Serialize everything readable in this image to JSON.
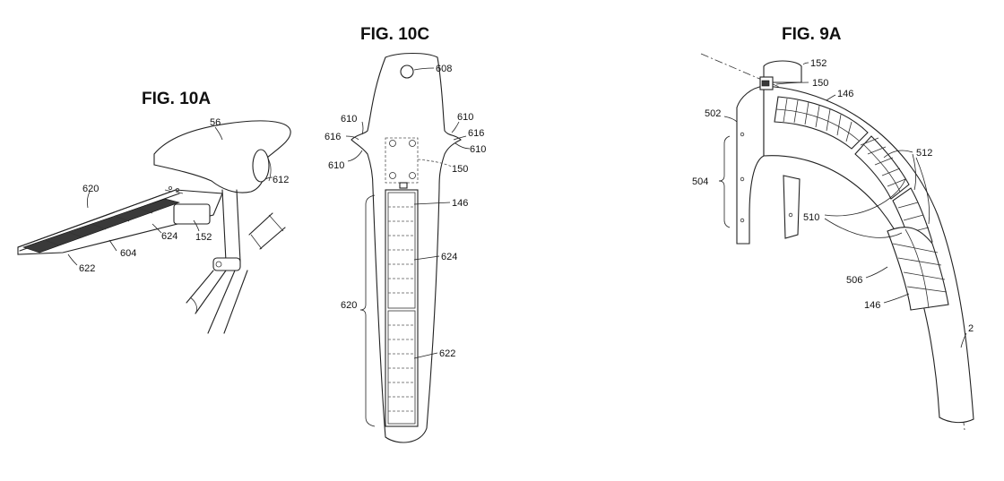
{
  "figures": [
    {
      "title": "FIG. 10A",
      "refs": [
        "56",
        "612",
        "620",
        "624",
        "152",
        "604",
        "622"
      ]
    },
    {
      "title": "FIG. 10C",
      "refs": [
        "608",
        "610",
        "610",
        "616",
        "616",
        "610",
        "610",
        "150",
        "146",
        "624",
        "620",
        "622"
      ]
    },
    {
      "title": "FIG. 9A",
      "refs": [
        "152",
        "150",
        "146",
        "502",
        "512",
        "504",
        "510",
        "506",
        "146",
        "2"
      ]
    }
  ]
}
